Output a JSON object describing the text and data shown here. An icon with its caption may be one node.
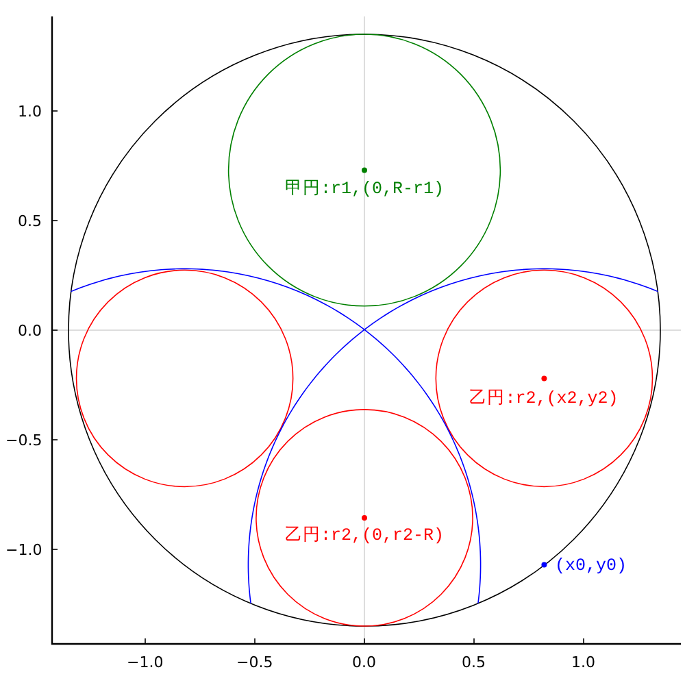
{
  "diagram": {
    "labels": [
      "1.0",
      "0.5",
      "甲円:r1,(0,R-r1)",
      "0.0",
      "乙円:r2,(x2,y2)",
      "−0.5",
      "乙円:r2,(0,r2-R)",
      "−1.0",
      "(x0,y0)",
      "−1.0",
      "−0.5",
      "0.0",
      "0.5",
      "1.0"
    ]
  }
}
